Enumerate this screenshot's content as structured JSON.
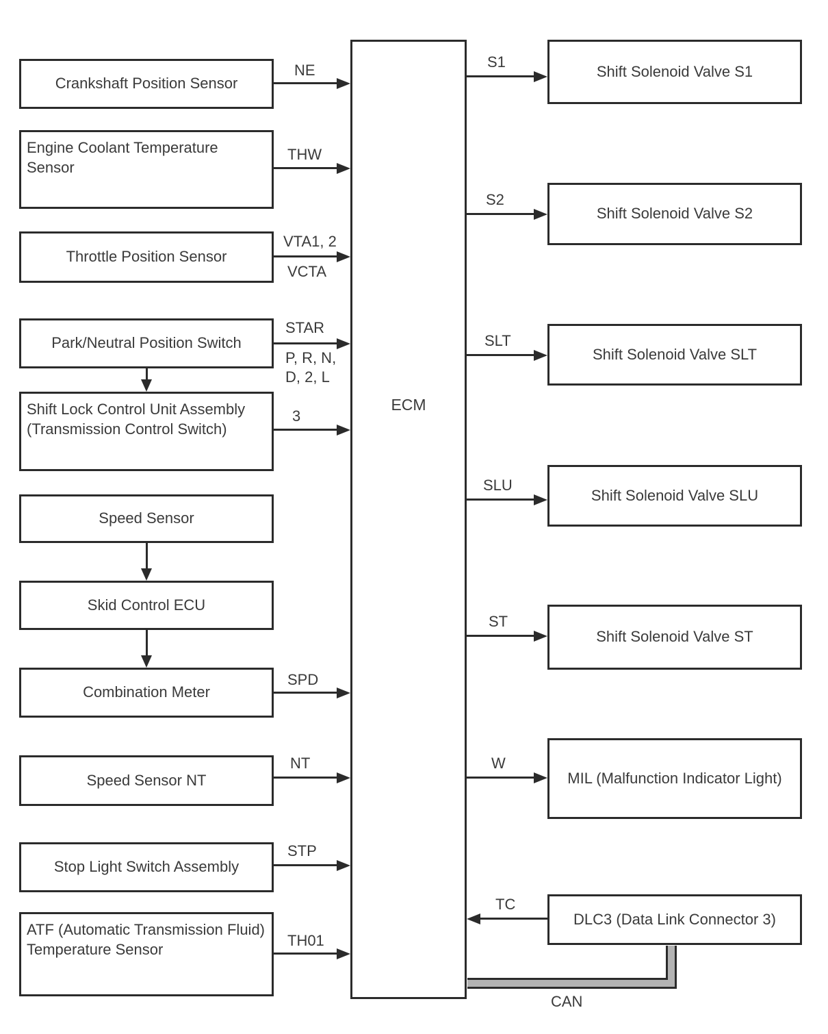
{
  "ecm": {
    "label": "ECM"
  },
  "inputs": [
    {
      "id": "crankshaft-position-sensor",
      "label": "Crankshaft Position Sensor",
      "signals": [
        "NE"
      ]
    },
    {
      "id": "engine-coolant-temperature-sensor",
      "label": "Engine Coolant Temperature Sensor",
      "signals": [
        "THW"
      ]
    },
    {
      "id": "throttle-position-sensor",
      "label": "Throttle Position Sensor",
      "signals": [
        "VTA1, 2",
        "VCTA"
      ]
    },
    {
      "id": "park-neutral-position-switch",
      "label": "Park/Neutral Position Switch",
      "signals": [
        "STAR",
        "P, R, N,",
        "D, 2, L"
      ]
    },
    {
      "id": "shift-lock-control-unit",
      "label": "Shift Lock Control Unit Assembly (Transmission Control Switch)",
      "signals": [
        "3"
      ]
    },
    {
      "id": "speed-sensor",
      "label": "Speed Sensor",
      "signals": []
    },
    {
      "id": "skid-control-ecu",
      "label": "Skid Control ECU",
      "signals": []
    },
    {
      "id": "combination-meter",
      "label": "Combination Meter",
      "signals": [
        "SPD"
      ]
    },
    {
      "id": "speed-sensor-nt",
      "label": "Speed Sensor NT",
      "signals": [
        "NT"
      ]
    },
    {
      "id": "stop-light-switch-assembly",
      "label": "Stop Light Switch Assembly",
      "signals": [
        "STP"
      ]
    },
    {
      "id": "atf-temperature-sensor",
      "label": "ATF (Automatic Transmission Fluid) Temperature Sensor",
      "signals": [
        "TH01"
      ]
    }
  ],
  "outputs": [
    {
      "id": "shift-solenoid-valve-s1",
      "label": "Shift Solenoid Valve S1",
      "signal": "S1"
    },
    {
      "id": "shift-solenoid-valve-s2",
      "label": "Shift Solenoid Valve S2",
      "signal": "S2"
    },
    {
      "id": "shift-solenoid-valve-slt",
      "label": "Shift Solenoid Valve SLT",
      "signal": "SLT"
    },
    {
      "id": "shift-solenoid-valve-slu",
      "label": "Shift Solenoid Valve SLU",
      "signal": "SLU"
    },
    {
      "id": "shift-solenoid-valve-st",
      "label": "Shift Solenoid Valve ST",
      "signal": "ST"
    },
    {
      "id": "mil",
      "label": "MIL (Malfunction Indicator Light)",
      "signal": "W"
    },
    {
      "id": "dlc3",
      "label": "DLC3 (Data Link Connector 3)",
      "signal": "TC"
    }
  ],
  "bus": {
    "label": "CAN"
  },
  "colors": {
    "line": "#2b2b2b",
    "text": "#3a3a3a",
    "background": "#ffffff",
    "bus_core": "#b3b3b3"
  }
}
